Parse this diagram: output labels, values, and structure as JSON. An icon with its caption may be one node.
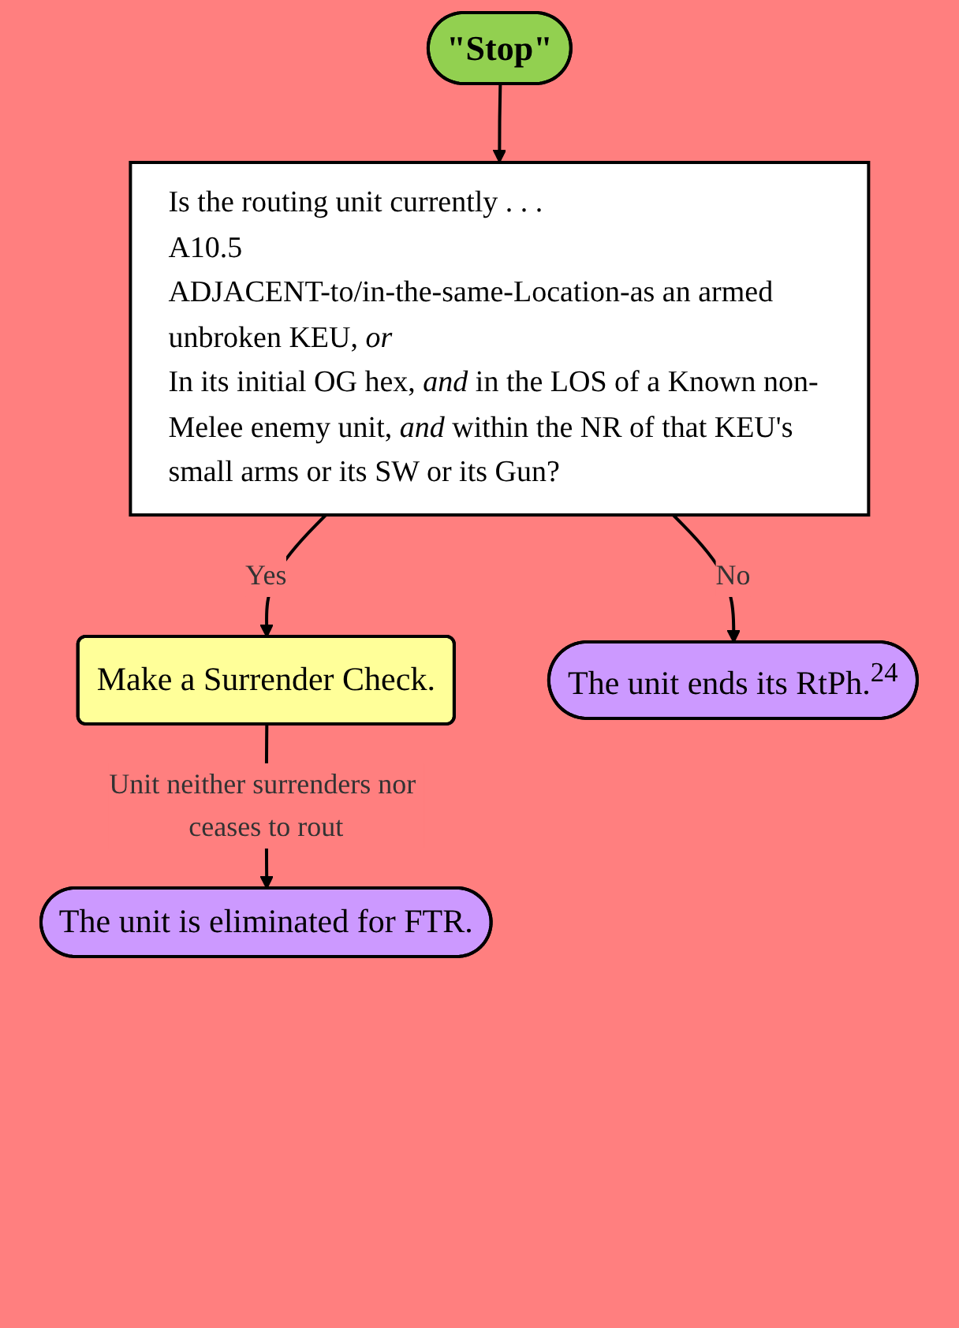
{
  "diagram": {
    "nodes": [
      {
        "text": [
          "\"Stop\""
        ]
      },
      {
        "text": [
          "Is the routing unit currently . . .",
          "A10.5",
          "ADJACENT-to/in-the-same-Location-as an armed unbroken KEU, *or*",
          "In its initial OG hex, *and* in the LOS of a Known non-Melee enemy unit, *and* within the NR of that KEU's small arms or its SW or its Gun?"
        ]
      },
      {
        "text": [
          "Make a Surrender Check."
        ]
      },
      {
        "text": [
          "The unit ends its RtPh.$^{24}$"
        ]
      },
      {
        "text": [
          "The unit is eliminated for FTR."
        ]
      }
    ],
    "edges": [
      {
        "from": 0,
        "to": 1,
        "arrow": "to"
      },
      {
        "from": 1,
        "to": 2,
        "arrow": "to",
        "label": "Yes"
      },
      {
        "from": 1,
        "to": 3,
        "arrow": "to",
        "label": "No"
      },
      {
        "from": 2,
        "to": 4,
        "arrow": "to",
        "label": "Unit neither surrenders nor ceases to rout"
      }
    ]
  }
}
